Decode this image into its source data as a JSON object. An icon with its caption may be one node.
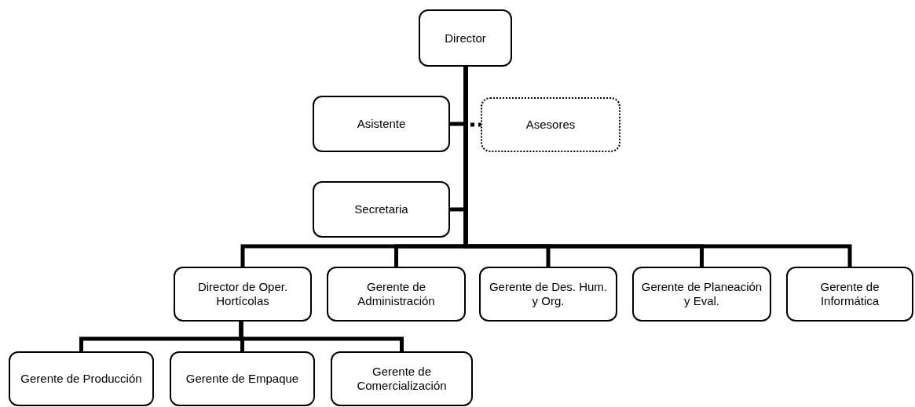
{
  "diagram": {
    "nodes": [
      {
        "text": [
          "Director"
        ]
      },
      {
        "text": [
          "Asistente"
        ]
      },
      {
        "text": [
          "Asesores"
        ]
      },
      {
        "text": [
          "Secretaria"
        ]
      },
      {
        "text": [
          "Director de Oper. Hortícolas"
        ]
      },
      {
        "text": [
          "Gerente de Administración"
        ]
      },
      {
        "text": [
          "Gerente de Des. Hum. y Org."
        ]
      },
      {
        "text": [
          "Gerente de Planeación y Eval."
        ]
      },
      {
        "text": [
          "Gerente de Informática"
        ]
      },
      {
        "text": [
          "Gerente de Producción"
        ]
      },
      {
        "text": [
          "Gerente de Empaque"
        ]
      },
      {
        "text": [
          "Gerente de Comercialización"
        ]
      }
    ],
    "edges": [
      {
        "from": 0,
        "to": 1,
        "arrow": "none"
      },
      {
        "from": 0,
        "to": 2,
        "arrow": "none",
        "style": "dashed"
      },
      {
        "from": 0,
        "to": 3,
        "arrow": "none"
      },
      {
        "from": 0,
        "to": 4,
        "arrow": "none"
      },
      {
        "from": 0,
        "to": 5,
        "arrow": "none"
      },
      {
        "from": 0,
        "to": 6,
        "arrow": "none"
      },
      {
        "from": 0,
        "to": 7,
        "arrow": "none"
      },
      {
        "from": 0,
        "to": 8,
        "arrow": "none"
      },
      {
        "from": 4,
        "to": 9,
        "arrow": "none"
      },
      {
        "from": 4,
        "to": 10,
        "arrow": "none"
      },
      {
        "from": 4,
        "to": 11,
        "arrow": "none"
      }
    ]
  }
}
